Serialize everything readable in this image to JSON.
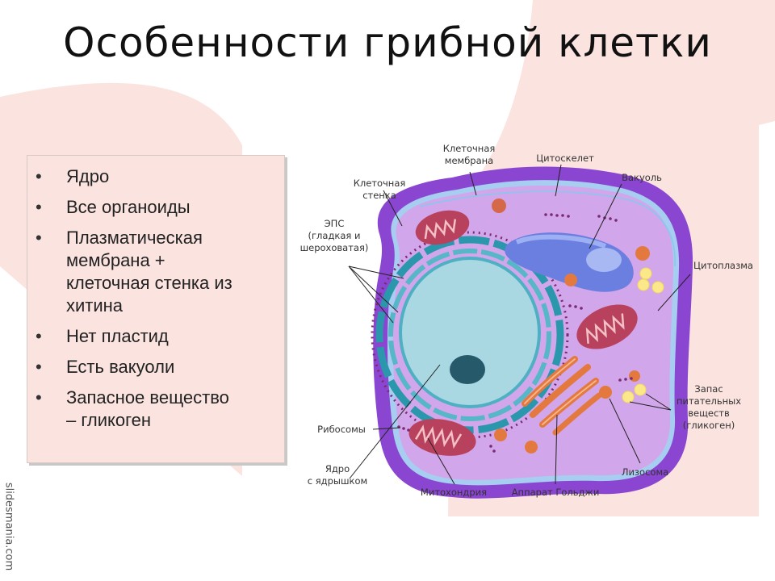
{
  "slide": {
    "title": "Особенности грибной клетки",
    "watermark": "slidesmania.com",
    "bullets": [
      [
        "Ядро"
      ],
      [
        "Все органоиды"
      ],
      [
        "Плазматическая",
        "мембрана  +",
        "клеточная стенка из",
        "хитина"
      ],
      [
        "Нет пластид"
      ],
      [
        "Есть вакуоли"
      ],
      [
        "Запасное вещество",
        "– гликоген"
      ]
    ]
  },
  "diagram": {
    "labels": {
      "cell_membrane": [
        "Клеточная",
        "мембрана"
      ],
      "cytoskeleton": [
        "Цитоскелет"
      ],
      "cell_wall": [
        "Клеточная",
        "стенка"
      ],
      "vacuole": [
        "Вакуоль"
      ],
      "er": [
        "ЭПС",
        "(гладкая и",
        "шероховатая)"
      ],
      "cytoplasm": [
        "Цитоплазма"
      ],
      "reserve": [
        "Запас",
        "питательных",
        "веществ",
        "(гликоген)"
      ],
      "ribosomes": [
        "Рибосомы"
      ],
      "nucleus": [
        "Ядро",
        "с ядрышком"
      ],
      "mitochondrion": [
        "Митохондрия"
      ],
      "golgi": [
        "Аппарат Гольджи"
      ],
      "lysosome": [
        "Лизосома"
      ]
    }
  },
  "colors": {
    "wall": "#8a45d1",
    "cytoplasm": "#d2a6ea",
    "nucleus": "#a9d8e3",
    "er": "#2b97ad",
    "mito": "#c2506b",
    "golgi": "#e3793e",
    "vacuole": "#7a8fe6",
    "glycogen": "#fbe88b",
    "background_blob": "#fbe3df"
  }
}
